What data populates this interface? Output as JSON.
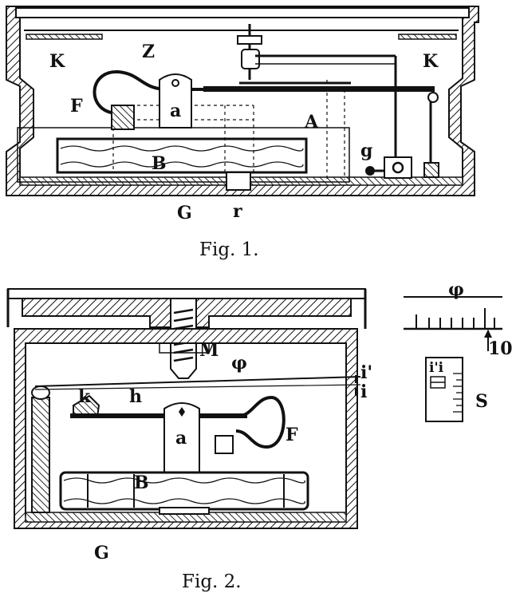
{
  "figure1": {
    "caption": "Fig. 1.",
    "labels": {
      "K_left": "K",
      "Z": "Z",
      "K_right": "K",
      "F": "F",
      "a": "a",
      "A": "A",
      "B": "B",
      "g": "g",
      "G": "G",
      "r": "r"
    }
  },
  "figure2": {
    "caption": "Fig. 2.",
    "labels": {
      "M": "M",
      "phi": "φ",
      "i_prime": "i'",
      "i": "i",
      "k": "k",
      "h": "h",
      "a": "a",
      "F": "F",
      "B": "B",
      "G": "G"
    }
  },
  "scale_detail": {
    "labels": {
      "phi": "φ",
      "ten": "10",
      "S": "S",
      "ii": "i'i"
    }
  }
}
